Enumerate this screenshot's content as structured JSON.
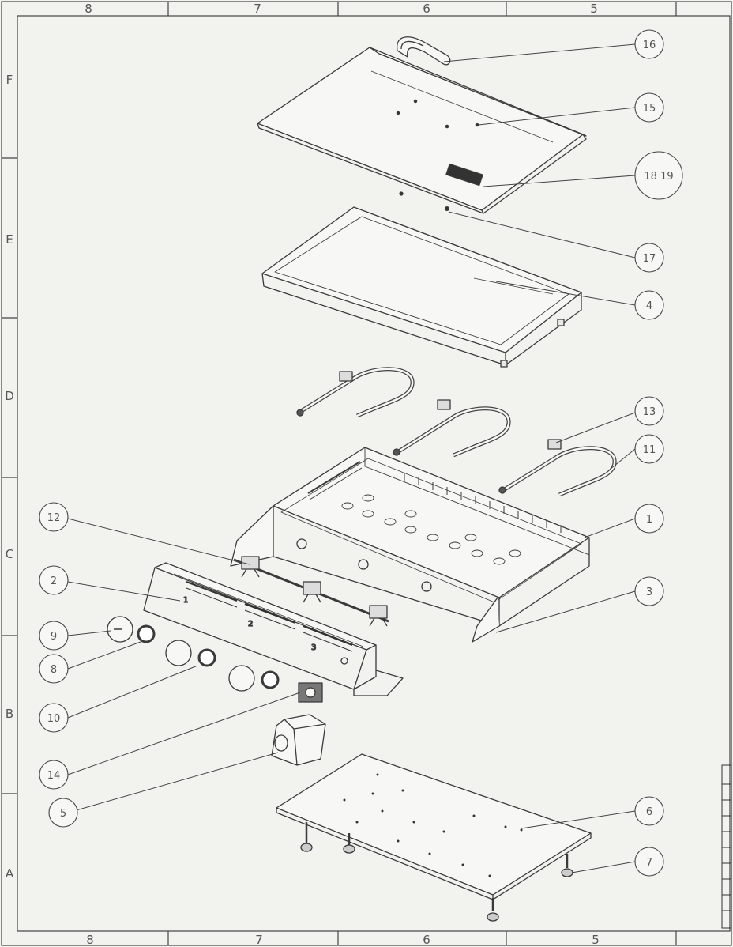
{
  "sheet": {
    "columns": [
      "8",
      "7",
      "6",
      "5"
    ],
    "rows": [
      "F",
      "E",
      "D",
      "C",
      "B",
      "A"
    ]
  },
  "callouts": [
    {
      "id": "c16",
      "label": "16"
    },
    {
      "id": "c15",
      "label": "15"
    },
    {
      "id": "c1819",
      "label": "18 19"
    },
    {
      "id": "c17",
      "label": "17"
    },
    {
      "id": "c4",
      "label": "4"
    },
    {
      "id": "c13",
      "label": "13"
    },
    {
      "id": "c11",
      "label": "11"
    },
    {
      "id": "c1",
      "label": "1"
    },
    {
      "id": "c3",
      "label": "3"
    },
    {
      "id": "c12",
      "label": "12"
    },
    {
      "id": "c2",
      "label": "2"
    },
    {
      "id": "c9",
      "label": "9"
    },
    {
      "id": "c8",
      "label": "8"
    },
    {
      "id": "c10",
      "label": "10"
    },
    {
      "id": "c14",
      "label": "14"
    },
    {
      "id": "c5",
      "label": "5"
    },
    {
      "id": "c6",
      "label": "6"
    },
    {
      "id": "c7",
      "label": "7"
    }
  ]
}
